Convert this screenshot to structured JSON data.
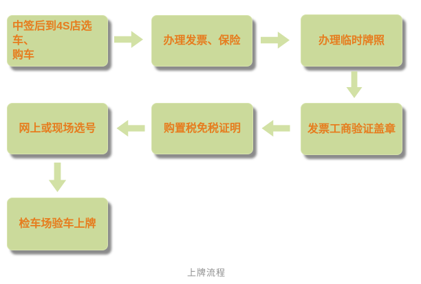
{
  "diagram": {
    "type": "flowchart",
    "caption": "上牌流程",
    "colors": {
      "page_bg": "#ffffff",
      "box_fill": "#cbda9b",
      "box_edge": "#d8e4ae",
      "arrow_fill": "#d2e1a5",
      "text": "#e67c1e",
      "caption_text": "#8f8f8f",
      "shadow": "rgba(62,62,62,0.60)"
    },
    "steps": [
      {
        "id": 1,
        "label": "中签后到4S店选车、\n购车"
      },
      {
        "id": 2,
        "label": "办理发票、保险"
      },
      {
        "id": 3,
        "label": "办理临时牌照"
      },
      {
        "id": 4,
        "label": "发票工商验证盖章"
      },
      {
        "id": 5,
        "label": "购置税免税证明"
      },
      {
        "id": 6,
        "label": "网上或现场选号"
      },
      {
        "id": 7,
        "label": "检车场验车上牌"
      }
    ],
    "connections": [
      {
        "from": 1,
        "to": 2,
        "direction": "right"
      },
      {
        "from": 2,
        "to": 3,
        "direction": "right"
      },
      {
        "from": 3,
        "to": 4,
        "direction": "down"
      },
      {
        "from": 4,
        "to": 5,
        "direction": "left"
      },
      {
        "from": 5,
        "to": 6,
        "direction": "left"
      },
      {
        "from": 6,
        "to": 7,
        "direction": "down"
      }
    ]
  }
}
